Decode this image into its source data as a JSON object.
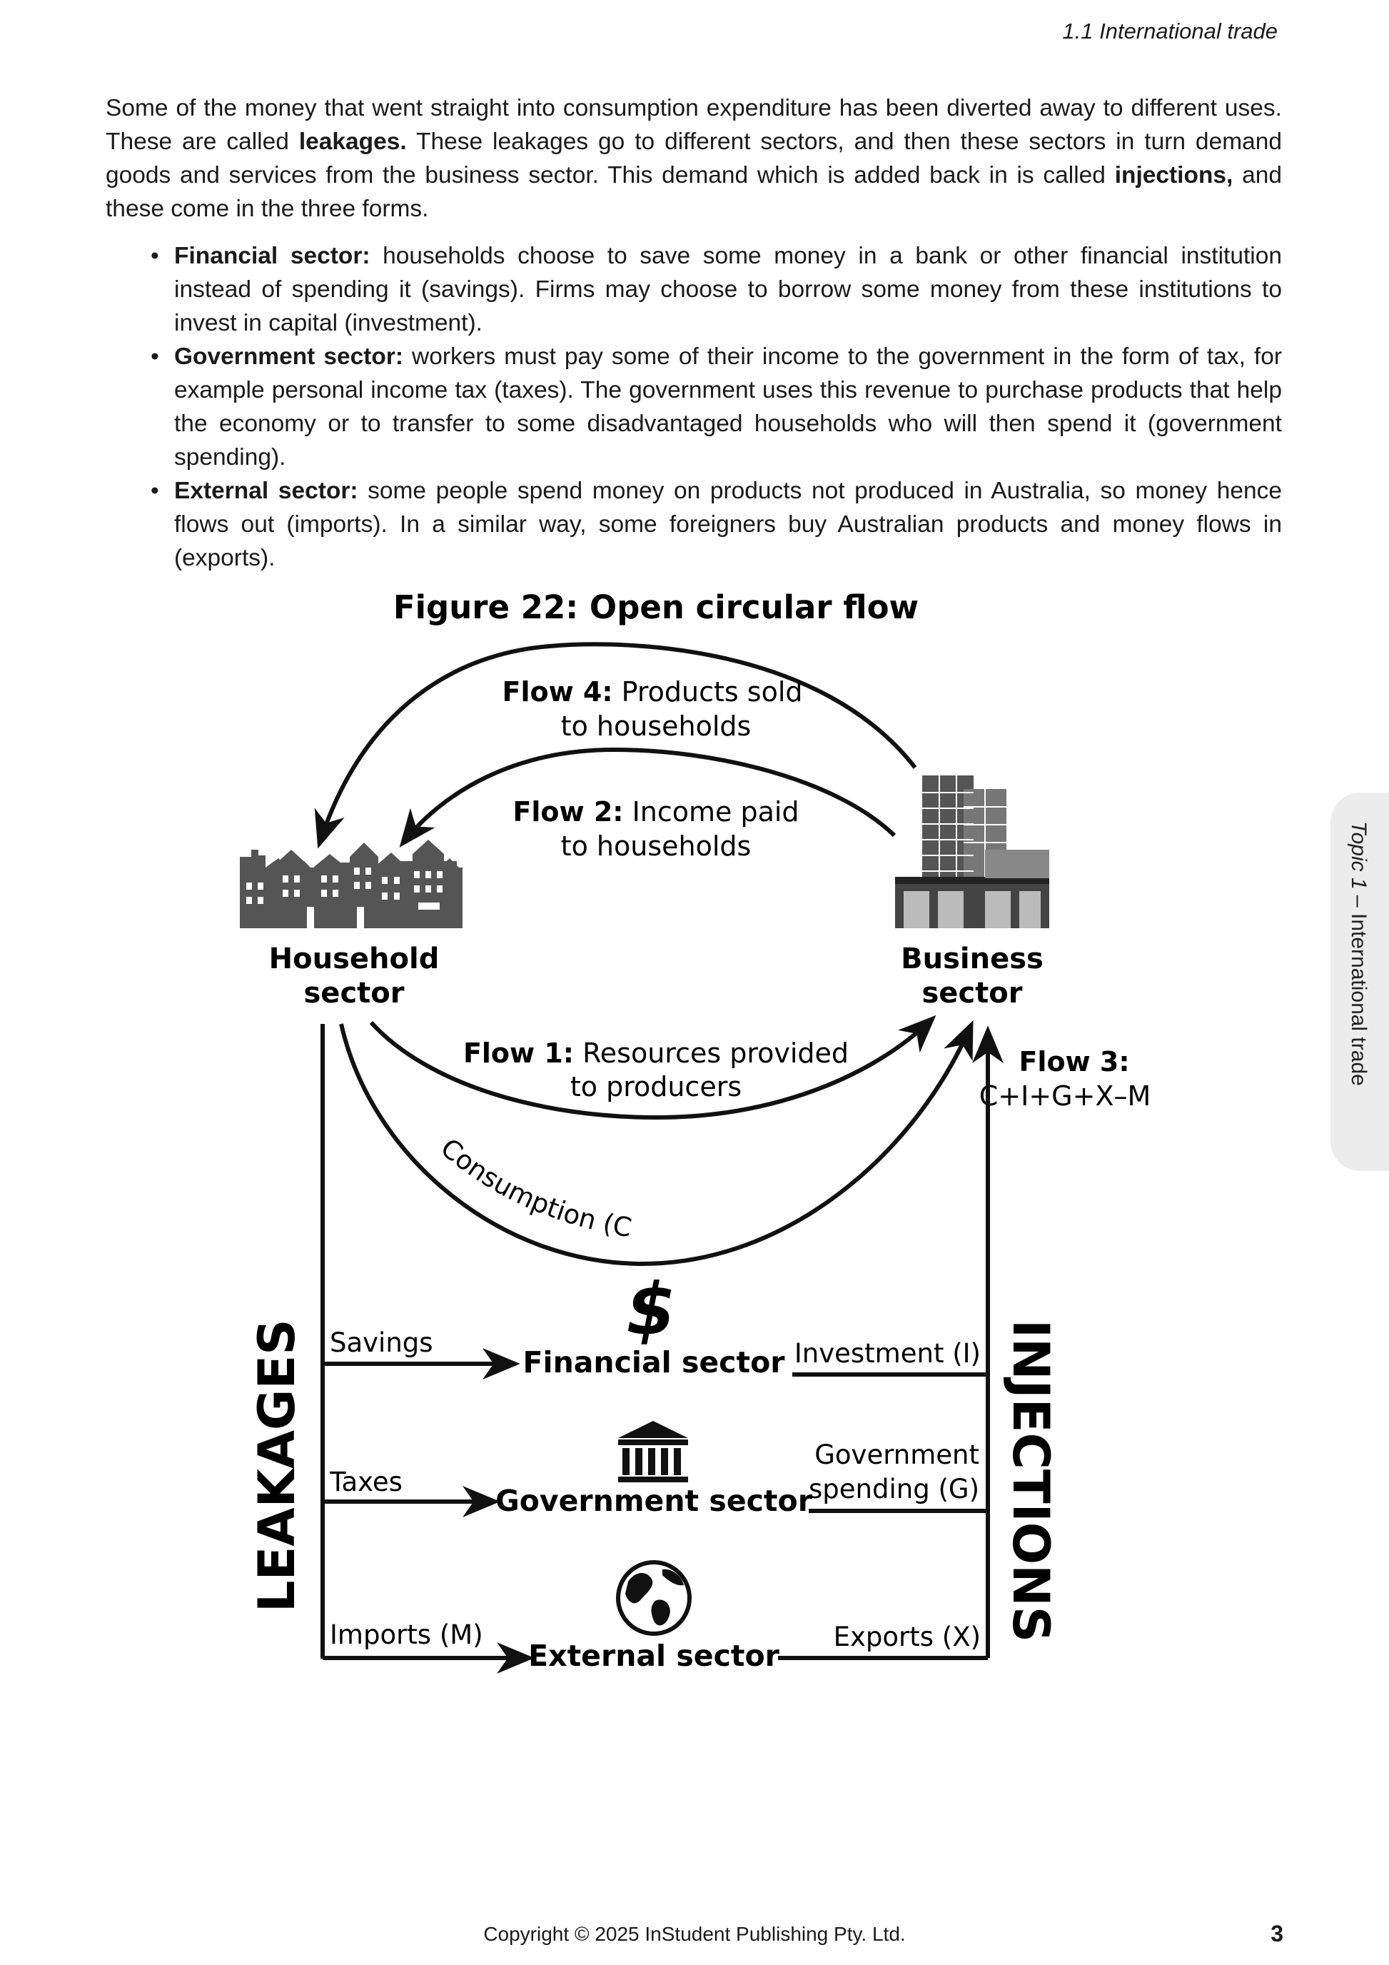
{
  "header": {
    "section": "1.1 International trade"
  },
  "intro": {
    "t1": "Some of the money that went straight into consumption expenditure has been diverted away to different uses.  These are called ",
    "b1": "leakages.",
    "t2": " These leakages go to different sectors, and then these sectors in turn demand goods and services from the business sector.  This demand which is added back in is called ",
    "b2": "injections,",
    "t3": " and these come in the three forms."
  },
  "bullets": [
    {
      "term": "Financial sector:",
      "text": "  households choose to save some money in a bank or other financial institution instead of spending it (savings). Firms may choose to borrow some money from these institutions to invest in capital (investment)."
    },
    {
      "term": "Government sector:",
      "text": " workers must pay some of their income to the government in the form of tax, for example personal income tax (taxes).  The government uses this revenue to purchase products that help the economy or to transfer to some disadvantaged households who will then spend it (government spending)."
    },
    {
      "term": "External sector:",
      "text": " some people spend money on products not produced in Australia, so money hence flows out (imports).  In a similar way, some foreigners buy Australian products and money flows in (exports)."
    }
  ],
  "figure": {
    "title": "Figure 22: Open circular flow",
    "flow4_bold": "Flow 4:",
    "flow4_rest": " Products sold",
    "flow4_line2": "to households",
    "flow2_bold": "Flow 2:",
    "flow2_rest": " Income paid",
    "flow2_line2": "to households",
    "flow1_bold": "Flow 1:",
    "flow1_rest": " Resources provided",
    "flow1_line2": "to producers",
    "flow3_bold": "Flow 3:",
    "flow3_line2": "C+I+G+X–M",
    "household_line1": "Household",
    "household_line2": "sector",
    "business_line1": "Business",
    "business_line2": "sector",
    "consumption": "Consumption (C)",
    "leakages": "LEAKAGES",
    "injections": "INJECTIONS",
    "savings": "Savings",
    "taxes": "Taxes",
    "imports": "Imports (M)",
    "financial": "Financial sector",
    "government": "Government sector",
    "external": "External sector",
    "investment": "Investment (I)",
    "gov_spending_line1": "Government",
    "gov_spending_line2": "spending (G)",
    "exports": "Exports (X)",
    "dollar_symbol": "$"
  },
  "side_tab": {
    "topic": "Topic 1",
    "separator": " – ",
    "title": "International trade"
  },
  "footer": {
    "copyright": "Copyright ©  2025 InStudent Publishing Pty. Ltd.",
    "page_number": "3"
  }
}
